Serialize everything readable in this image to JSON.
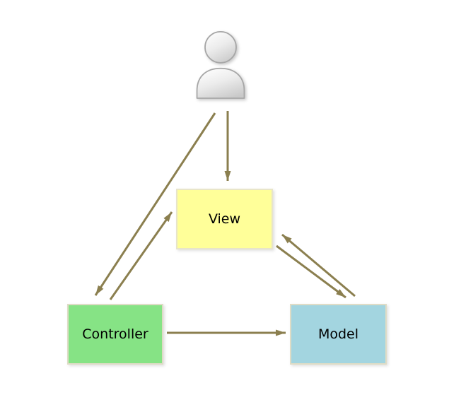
{
  "nodes": {
    "user": {
      "icon": "person-icon"
    },
    "view": {
      "label": "View"
    },
    "controller": {
      "label": "Controller"
    },
    "model": {
      "label": "Model"
    }
  },
  "edges": [
    {
      "id": "user-to-view",
      "from": "user",
      "to": "view",
      "direction": "one-way"
    },
    {
      "id": "user-to-controller",
      "from": "user",
      "to": "controller",
      "direction": "one-way"
    },
    {
      "id": "controller-to-view",
      "from": "controller",
      "to": "view",
      "direction": "one-way"
    },
    {
      "id": "view-to-model",
      "from": "view",
      "to": "model",
      "direction": "one-way"
    },
    {
      "id": "model-to-view",
      "from": "model",
      "to": "view",
      "direction": "one-way"
    },
    {
      "id": "controller-to-model",
      "from": "controller",
      "to": "model",
      "direction": "one-way"
    }
  ],
  "colors": {
    "background": "#ffffff",
    "arrow": "#8b7f4f",
    "view-bg": "#ffff99",
    "view-border": "#e8e5c9",
    "controller-bg": "#86e385",
    "controller-border": "#dfdcc6",
    "model-bg": "#a3d5e0",
    "model-border": "#dfdcc6",
    "label-color": "#000000",
    "person-fill-light": "#fbfbfb",
    "person-fill-dark": "#cfcfcf",
    "person-stroke": "#a6a6a6"
  }
}
